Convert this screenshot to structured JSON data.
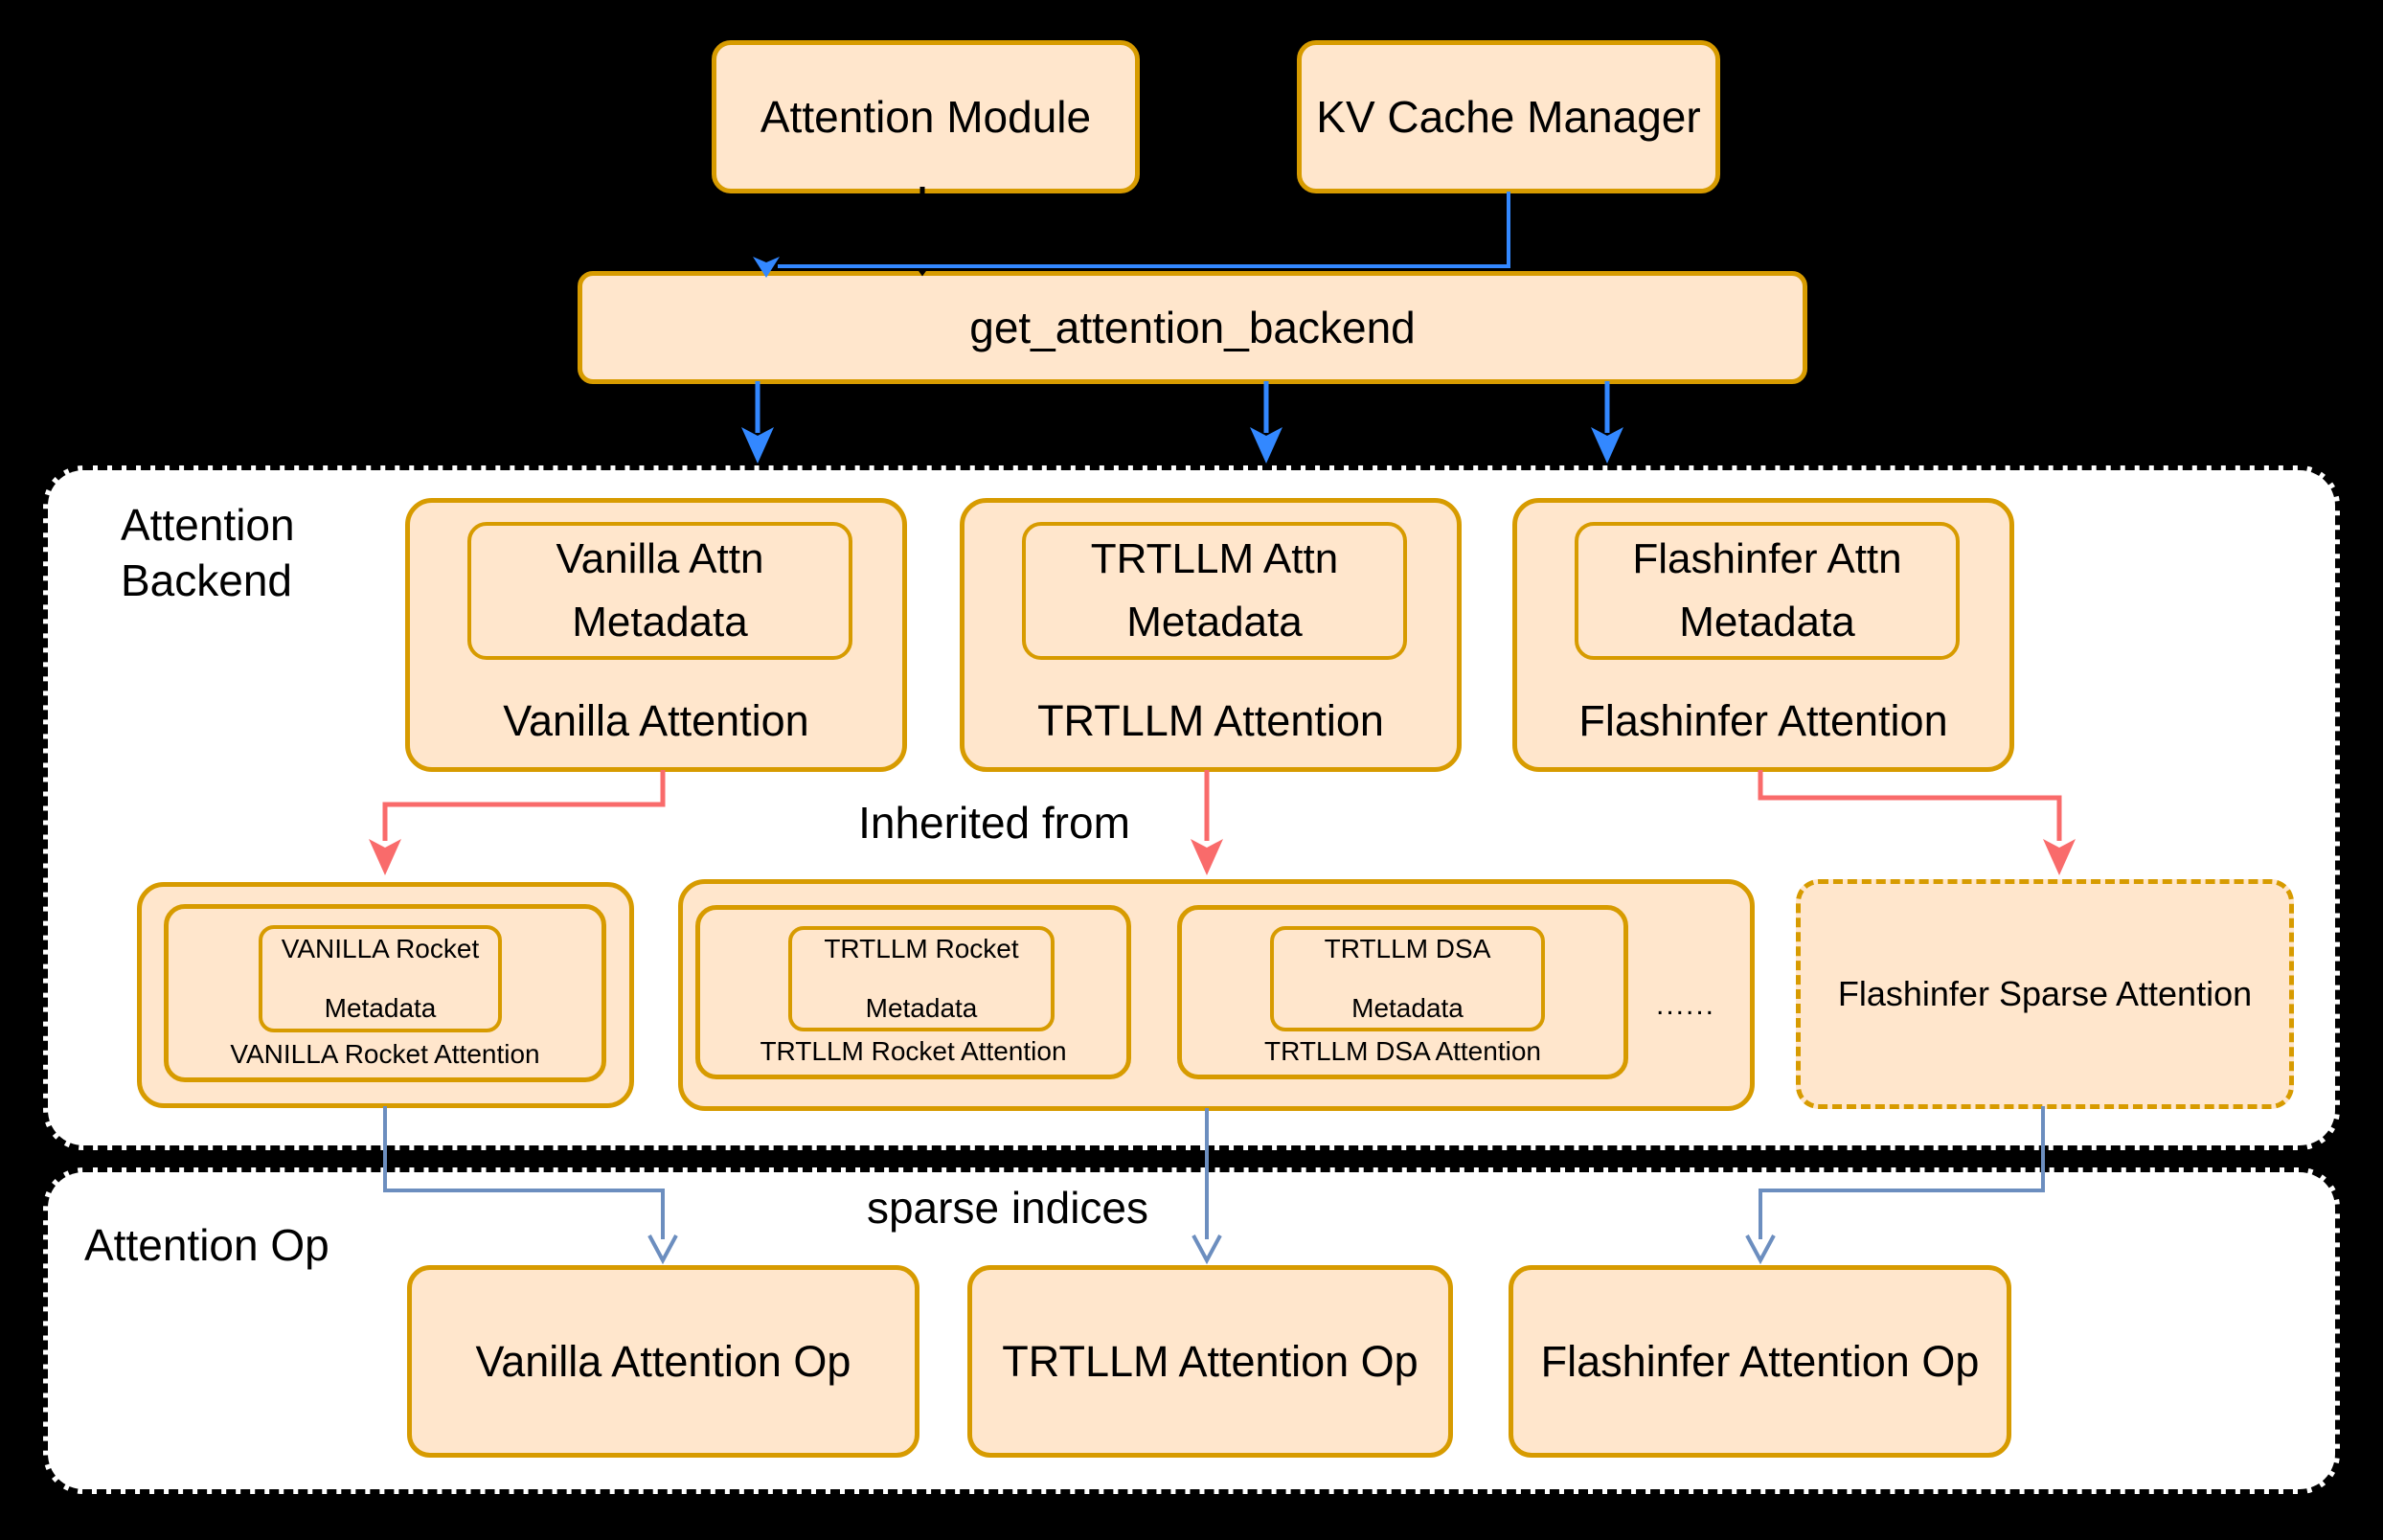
{
  "colors": {
    "background": "#000000",
    "box_fill": "#FFE6CC",
    "box_stroke": "#D79B00",
    "container_fill": "#FFFFFF",
    "container_stroke": "#000000",
    "arrow_blue": "#3388FF",
    "arrow_red": "#F96B6B",
    "arrow_steel_blue": "#6C8EBF",
    "text": "#000000"
  },
  "top": {
    "attention_module": "Attention Module",
    "kv_cache_manager": "KV Cache Manager",
    "get_attention_backend": "get_attention_backend"
  },
  "backend_section": {
    "label": "Attention Backend",
    "inherited_from": "Inherited from",
    "backends": [
      {
        "metadata": "Vanilla Attn Metadata",
        "label": "Vanilla Attention"
      },
      {
        "metadata": "TRTLLM Attn Metadata",
        "label": "TRTLLM Attention"
      },
      {
        "metadata": "Flashinfer Attn Metadata",
        "label": "Flashinfer Attention"
      }
    ],
    "derived": {
      "vanilla_rocket": {
        "metadata": "VANILLA Rocket Metadata",
        "label": "VANILLA Rocket Attention"
      },
      "trtllm_rocket": {
        "metadata": "TRTLLM Rocket Metadata",
        "label": "TRTLLM Rocket Attention"
      },
      "trtllm_dsa": {
        "metadata": "TRTLLM DSA Metadata",
        "label": "TRTLLM DSA Attention"
      },
      "ellipsis": "......",
      "flashinfer_sparse": "Flashinfer Sparse Attention"
    }
  },
  "op_section": {
    "label": "Attention Op",
    "sparse_indices": "sparse indices",
    "ops": [
      "Vanilla Attention Op",
      "TRTLLM Attention Op",
      "Flashinfer Attention Op"
    ]
  }
}
